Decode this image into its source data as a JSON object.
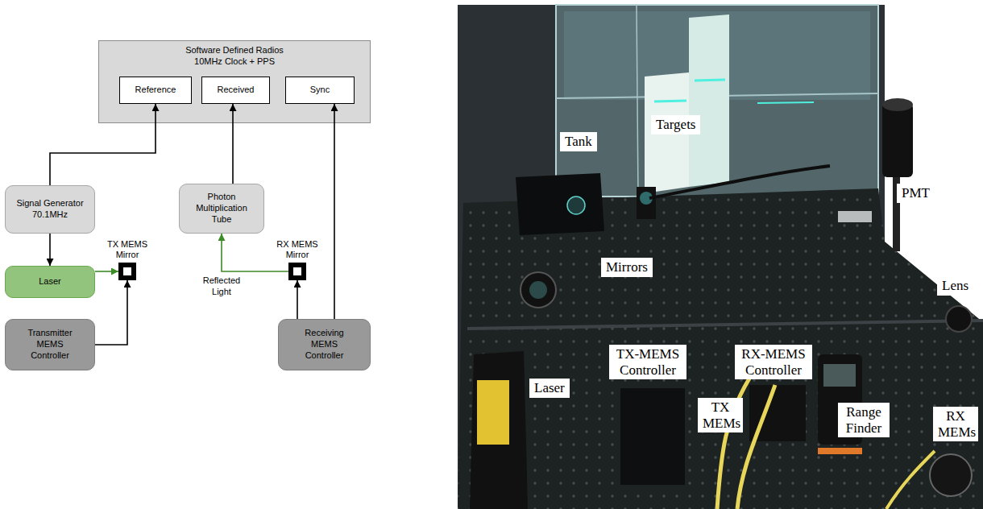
{
  "diagram": {
    "nodes": [
      {
        "text": [
          "Software Defined Radios",
          "10MHz Clock + PPS"
        ]
      },
      {
        "text": [
          "Reference"
        ],
        "in": 0
      },
      {
        "text": [
          "Received"
        ],
        "in": 0
      },
      {
        "text": [
          "Sync"
        ],
        "in": 0
      },
      {
        "text": [
          "Signal Generator",
          "70.1MHz"
        ]
      },
      {
        "text": [
          "Photon Multiplication Tube"
        ]
      },
      {
        "text": [
          "Laser"
        ]
      },
      {
        "text": [
          "TX MEMS Mirror"
        ]
      },
      {
        "text": [
          "RX MEMS Mirror"
        ]
      },
      {
        "text": [
          "Transmitter MEMS Controller"
        ]
      },
      {
        "text": [
          "Receiving MEMS Controller"
        ]
      }
    ],
    "edges": [
      {
        "from": 4,
        "to": 1,
        "arrow": "to"
      },
      {
        "from": 4,
        "to": 6,
        "arrow": "to"
      },
      {
        "from": 6,
        "to": 7,
        "arrow": "to"
      },
      {
        "from": 9,
        "to": 7,
        "arrow": "to"
      },
      {
        "from": 5,
        "to": 2,
        "arrow": "to"
      },
      {
        "from": 8,
        "to": 5,
        "label": "Reflected Light",
        "arrow": "to"
      },
      {
        "from": 10,
        "to": 8,
        "arrow": "to"
      },
      {
        "from": 10,
        "to": 3,
        "arrow": "to"
      }
    ],
    "labels": [
      "Tank",
      "Targets",
      "PMT",
      "Mirrors",
      "Lens",
      "Laser",
      "TX-MEMS Controller",
      "RX-MEMS Controller",
      "TX MEMs",
      "Range Finder",
      "RX MEMs"
    ]
  }
}
